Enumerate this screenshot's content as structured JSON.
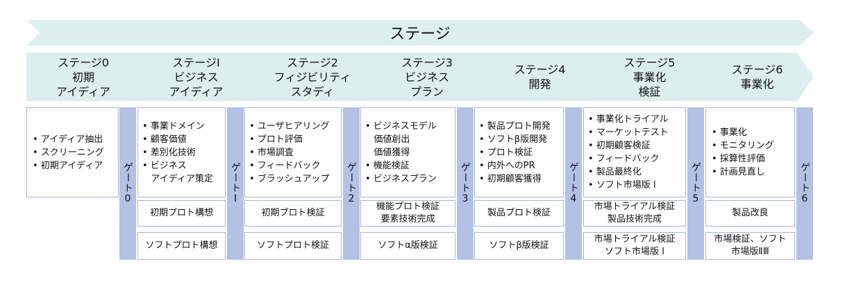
{
  "top_arrow": {
    "label": "ステージ"
  },
  "stages": [
    {
      "label": "ステージ0\n初期\nアイディア"
    },
    {
      "label": "ステージⅠ\nビジネス\nアイディア"
    },
    {
      "label": "ステージ2\nフィジビリティ\nスタディ"
    },
    {
      "label": "ステージ3\nビジネス\nプラン"
    },
    {
      "label": "ステージ4\n開発"
    },
    {
      "label": "ステージ5\n事業化\n検証"
    },
    {
      "label": "ステージ6\n事業化"
    }
  ],
  "activities": [
    [
      "• アイディア抽出",
      "• スクリーニング",
      "• 初期アイディア"
    ],
    [
      "• 事業ドメイン",
      "• 顧客価値",
      "• 差別化技術",
      "• ビジネス",
      "   アイディア策定"
    ],
    [
      "• ユーザヒアリング",
      "• プロト評価",
      "• 市場調査",
      "• フィードバック",
      "• ブラッシュアップ"
    ],
    [
      "• ビジネスモデル",
      "   価値創出",
      "   価値獲得",
      "• 機能検証",
      "• ビジネスプラン"
    ],
    [
      "• 製品プロト開発",
      "• ソフトβ版開発",
      "• プロト検証",
      "• 内外へのPR",
      "• 初期顧客獲得"
    ],
    [
      "• 事業化トライアル",
      "• マーケットテスト",
      "• 初期顧客検証",
      "• フィードバック",
      "• 製品最終化",
      "• ソフト市場版 Ⅰ"
    ],
    [
      "• 事業化",
      "• モニタリング",
      "• 採算性評価",
      "• 計画見直し"
    ]
  ],
  "gates": [
    {
      "text": "ゲート",
      "num": "0"
    },
    {
      "text": "ゲート",
      "num": "Ⅰ"
    },
    {
      "text": "ゲート",
      "num": "2"
    },
    {
      "text": "ゲート",
      "num": "3"
    },
    {
      "text": "ゲート",
      "num": "4"
    },
    {
      "text": "ゲート",
      "num": "5"
    },
    {
      "text": "ゲート",
      "num": "6"
    }
  ],
  "deliverables_hw": [
    "初期プロト構想",
    "初期プロト検証",
    "機能プロト検証\n要素技術完成",
    "製品プロト検証",
    "市場トライアル検証\n製品技術完成",
    "製品改良"
  ],
  "deliverables_sw": [
    "ソフトプロト構想",
    "ソフトプロト検証",
    "ソフトα版検証",
    "ソフトβ版検証",
    "市場トライアル検証\nソフト市場版 Ⅰ",
    "市場検証、ソフト\n市場版ⅡⅢ"
  ],
  "colors": {
    "arrow_fill": "#dcefec",
    "gate_fill": "#b3c1e4",
    "border": "#a6b4d8"
  }
}
